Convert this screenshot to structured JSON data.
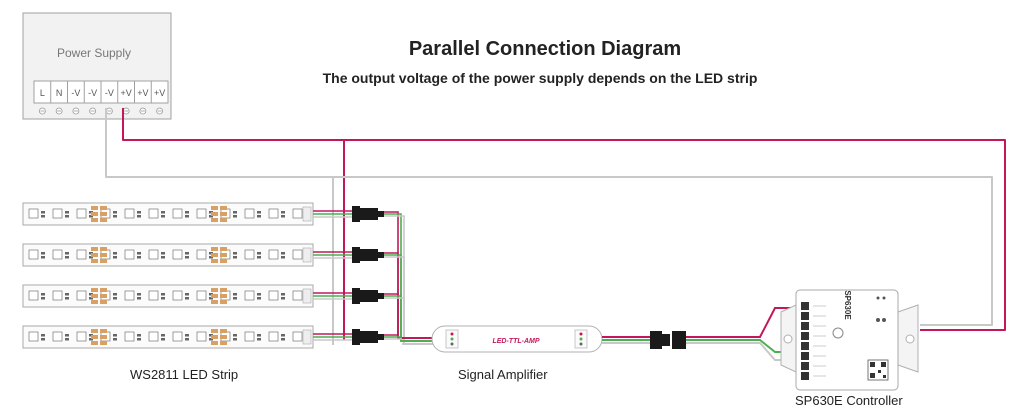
{
  "diagram": {
    "title": "Parallel Connection Diagram",
    "subtitle_prefix": "The output voltage of the power supply depends on the ",
    "subtitle_bold": "LED",
    "subtitle_suffix": " strip"
  },
  "power_supply": {
    "label": "Power Supply",
    "terminals": [
      "L",
      "N",
      "-V",
      "-V",
      "-V",
      "+V",
      "+V",
      "+V"
    ]
  },
  "led_strip": {
    "label": "WS2811 LED Strip",
    "count": 4
  },
  "amplifier": {
    "label": "Signal Amplifier",
    "body_text": "LED-TTL-AMP"
  },
  "controller": {
    "label": "SP630E Controller",
    "brand_text": "SP630E"
  },
  "colors": {
    "positive_wire": "#c2185b",
    "negative_wire": "#c8c8c8",
    "data_wire": "#4caf50",
    "connector": "#1a1a1a",
    "outline": "#9a9a9a"
  }
}
